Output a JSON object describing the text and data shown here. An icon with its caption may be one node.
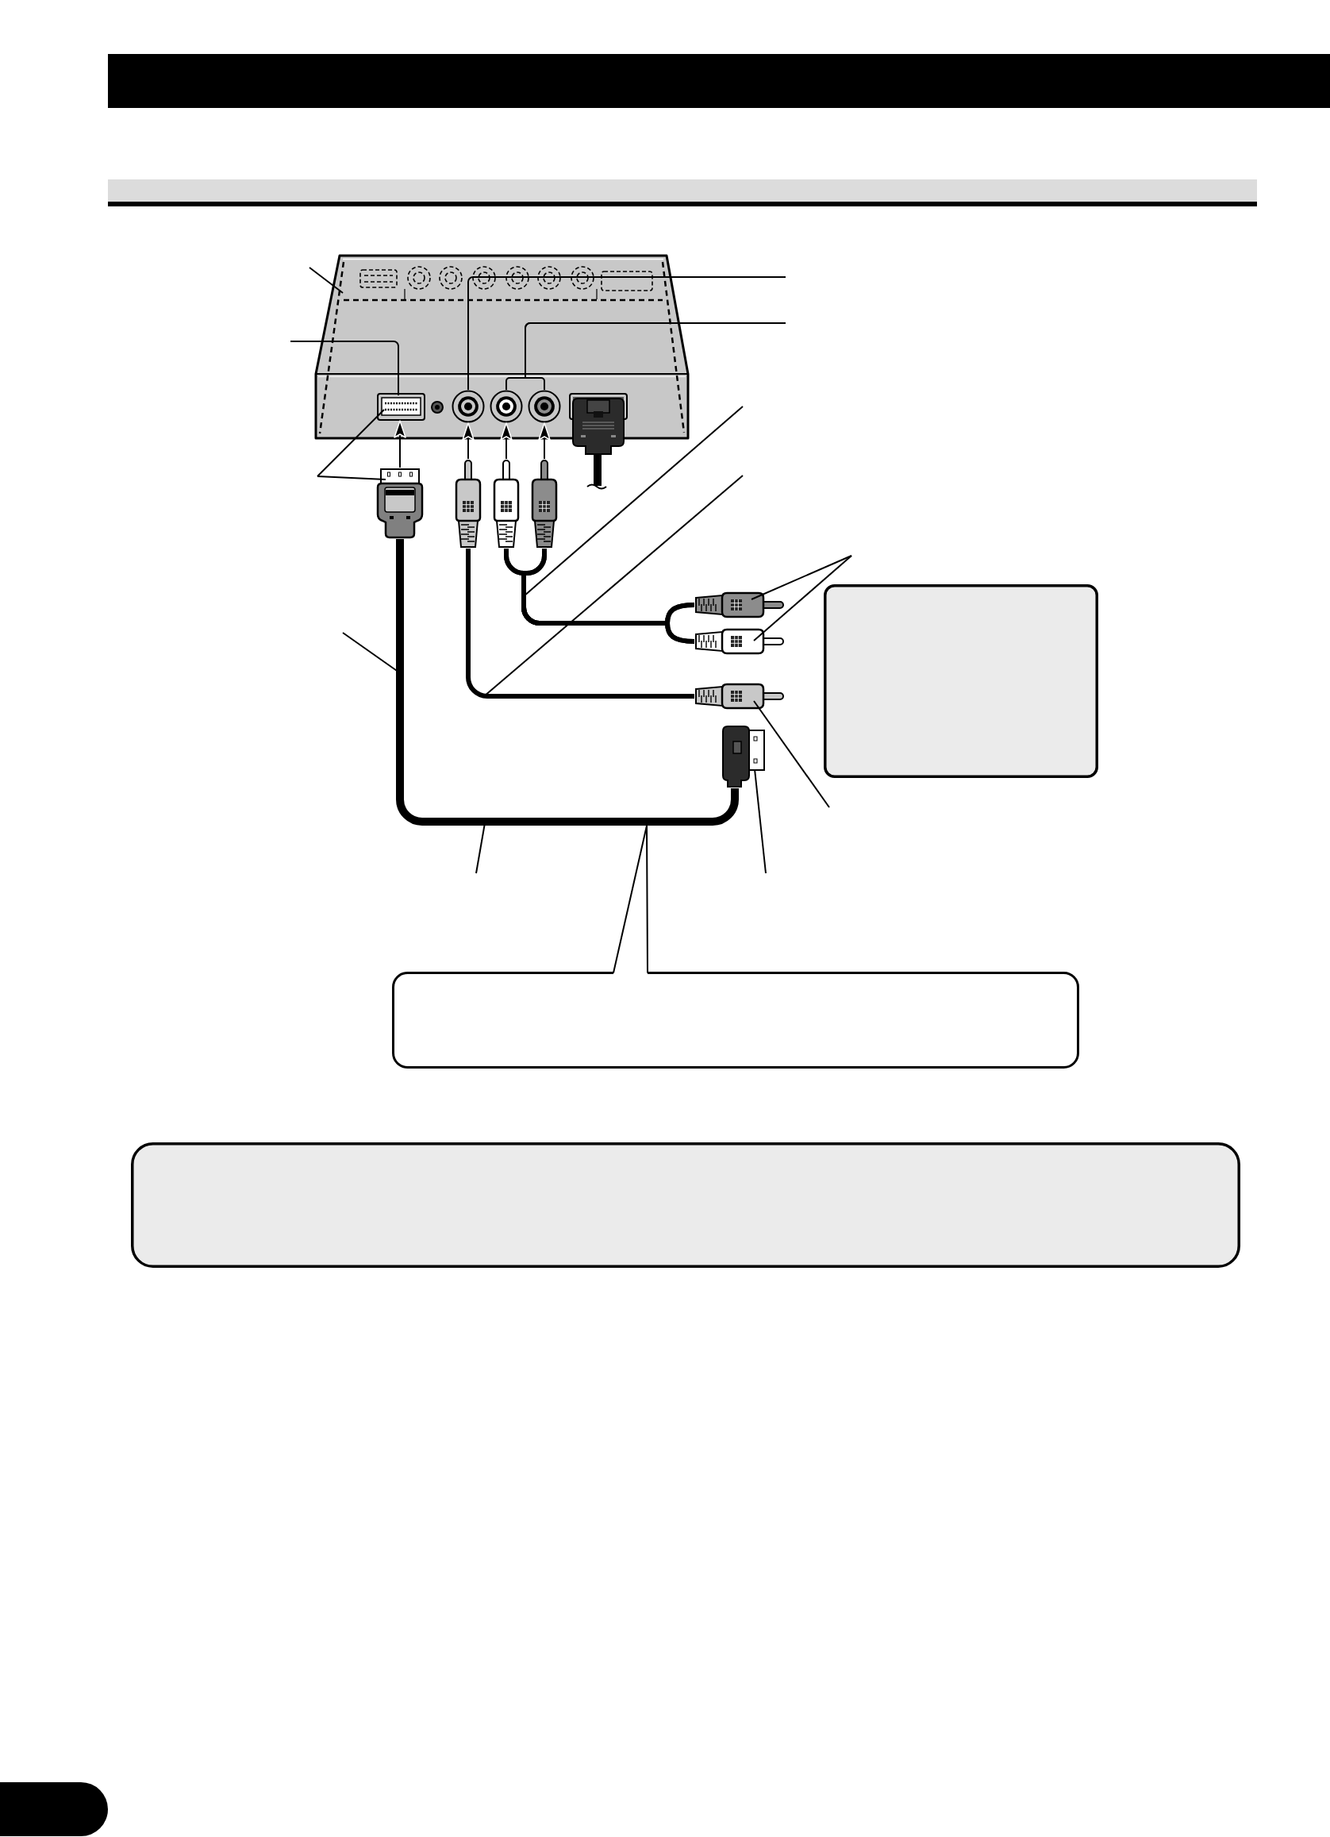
{
  "diagram": {
    "nodes": [
      {
        "text": [],
        "shape": "bar"
      },
      {
        "text": [],
        "shape": "bar"
      },
      {
        "text": [],
        "shape": "picture"
      },
      {
        "text": [],
        "shape": "box",
        "in": 2
      },
      {
        "text": [],
        "shape": "circle",
        "in": 2
      },
      {
        "text": [],
        "shape": "circle",
        "in": 2
      },
      {
        "text": [],
        "shape": "circle",
        "in": 2
      },
      {
        "text": [],
        "shape": "picture"
      },
      {
        "text": [],
        "shape": "picture"
      },
      {
        "text": [],
        "shape": "picture"
      },
      {
        "text": [],
        "shape": "picture"
      },
      {
        "text": [],
        "shape": "picture"
      },
      {
        "text": [],
        "shape": "picture"
      },
      {
        "text": [],
        "shape": "picture"
      },
      {
        "text": [],
        "shape": "picture"
      },
      {
        "text": [],
        "shape": "box"
      },
      {
        "text": [],
        "shape": "box"
      },
      {
        "text": [],
        "shape": "box"
      },
      {
        "text": [],
        "shape": "bar"
      }
    ],
    "edges": [
      {
        "from": 7,
        "to": 3,
        "arrow": "to"
      },
      {
        "from": 8,
        "to": 4,
        "arrow": "to"
      },
      {
        "from": 9,
        "to": 5,
        "arrow": "to"
      },
      {
        "from": 10,
        "to": 6,
        "arrow": "to"
      },
      {
        "from": 7,
        "to": 14,
        "arrow": "none",
        "style": "thick"
      },
      {
        "from": 8,
        "to": 13,
        "arrow": "none",
        "style": "thick"
      },
      {
        "from": 9,
        "to": 11,
        "arrow": "none",
        "style": "thick"
      },
      {
        "from": 9,
        "to": 12,
        "arrow": "none",
        "style": "thick"
      },
      {
        "from": 10,
        "to": 11,
        "arrow": "none",
        "style": "thick"
      },
      {
        "from": 10,
        "to": 12,
        "arrow": "none",
        "style": "thick"
      },
      {
        "from": null,
        "to": 2,
        "arrow": "none"
      },
      {
        "from": null,
        "to": 3,
        "arrow": "none"
      },
      {
        "from": null,
        "to": 4,
        "arrow": "none"
      },
      {
        "from": null,
        "to": 5,
        "arrow": "none"
      },
      {
        "from": null,
        "to": 6,
        "arrow": "none"
      },
      {
        "from": null,
        "to": 3,
        "arrow": "none"
      },
      {
        "from": null,
        "to": 7,
        "arrow": "none"
      },
      {
        "from": null,
        "to": 11,
        "arrow": "none"
      },
      {
        "from": null,
        "to": 12,
        "arrow": "none"
      },
      {
        "from": null,
        "to": 13,
        "arrow": "none"
      },
      {
        "from": null,
        "to": 14,
        "arrow": "none"
      },
      {
        "from": 16,
        "to": null,
        "arrow": "none"
      }
    ]
  }
}
